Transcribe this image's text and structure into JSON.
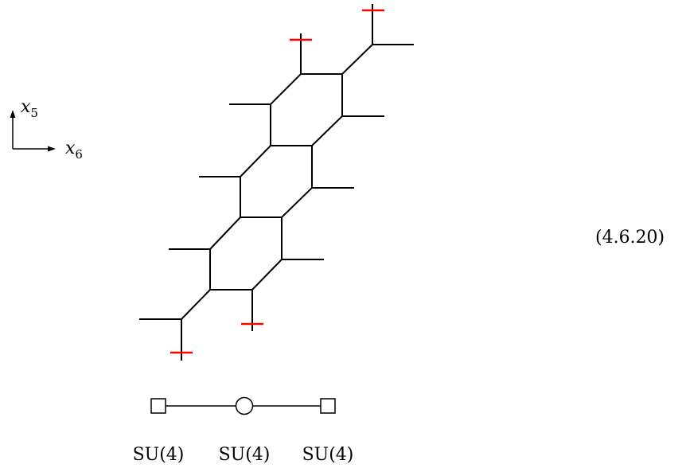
{
  "equation_number": "(4.6.20)",
  "axes": {
    "vertical": {
      "symbol": "x",
      "subscript": "5"
    },
    "horizontal": {
      "symbol": "x",
      "subscript": "6"
    }
  },
  "quiver": {
    "nodes": [
      {
        "shape": "square",
        "label": "SU(4)"
      },
      {
        "shape": "circle",
        "label": "SU(4)"
      },
      {
        "shape": "square",
        "label": "SU(4)"
      }
    ]
  },
  "colors": {
    "web": "#000000",
    "sevenbrane": "#ff0000"
  }
}
